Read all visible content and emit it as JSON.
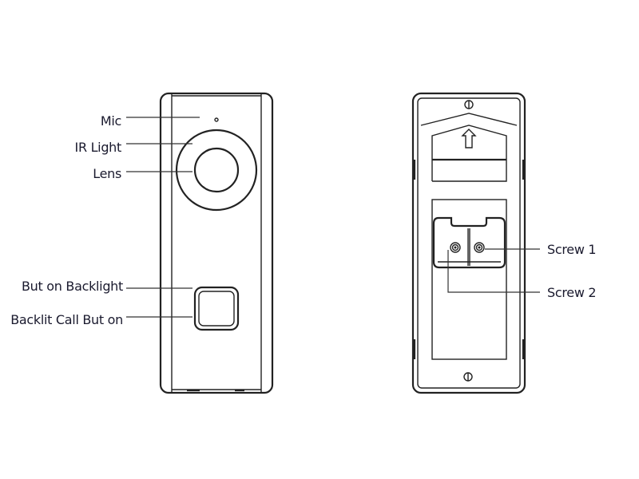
{
  "front_view": {
    "labels": {
      "mic": "Mic",
      "ir_light": "IR Light",
      "lens": "Lens",
      "button_backlight": "But on Backlight",
      "backlit_call_button": "Backlit Call But on"
    }
  },
  "back_view": {
    "labels": {
      "screw1": "Screw 1",
      "screw2": "Screw 2"
    }
  }
}
